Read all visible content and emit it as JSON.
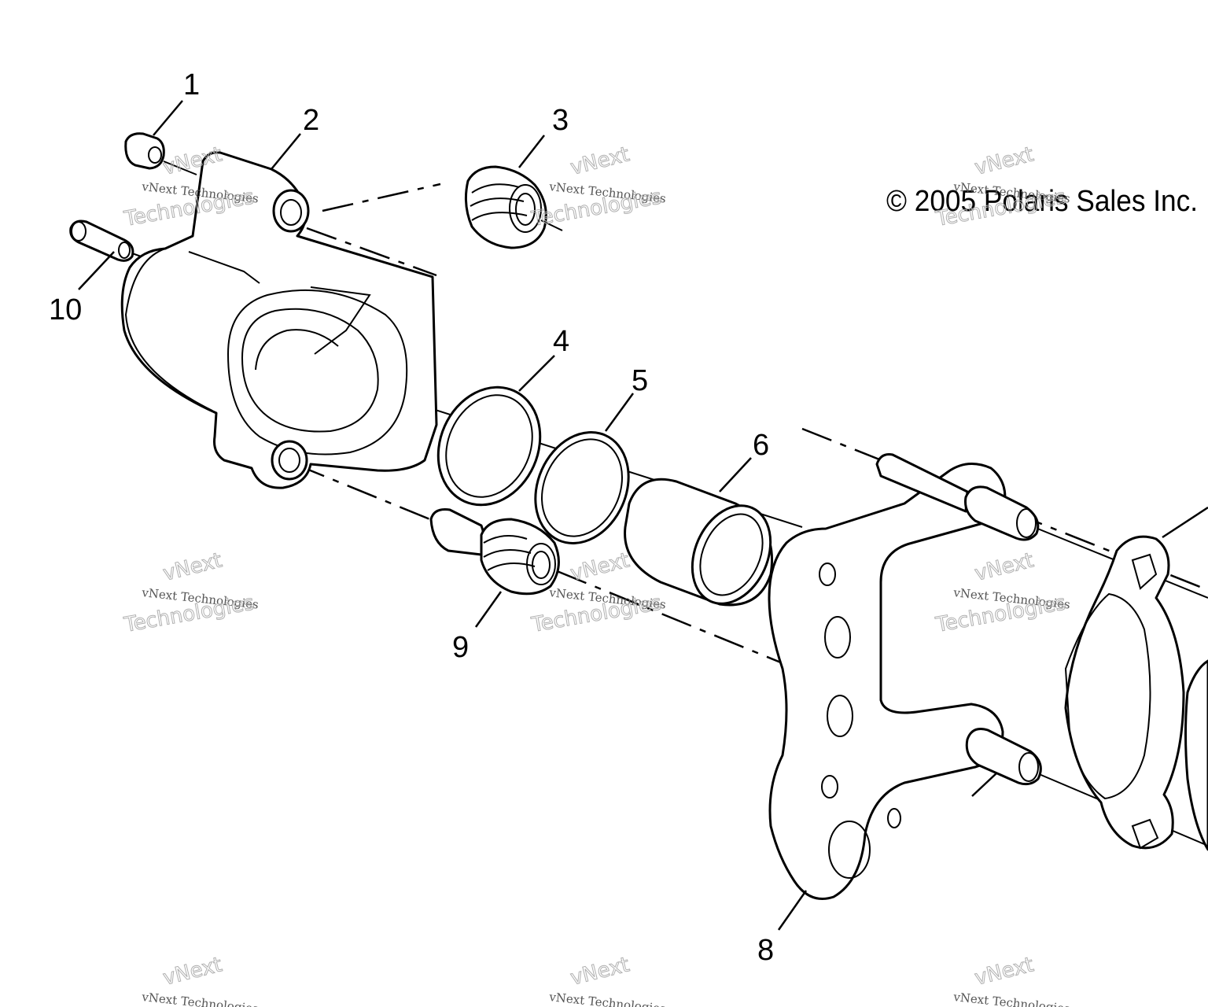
{
  "diagram": {
    "copyright": "© 2005 Polaris Sales Inc.",
    "watermark": [
      "vNext Technologies",
      "vNext",
      "Technologies"
    ],
    "callouts": [
      "1",
      "2",
      "3",
      "4",
      "5",
      "6",
      "8",
      "9",
      "10"
    ],
    "parts": [
      {
        "name": "cap",
        "callout": "1"
      },
      {
        "name": "caliper-housing",
        "callout": "2"
      },
      {
        "name": "boot-upper",
        "callout": "3"
      },
      {
        "name": "piston-seal",
        "callout": "4"
      },
      {
        "name": "dust-seal",
        "callout": "5"
      },
      {
        "name": "piston",
        "callout": "6"
      },
      {
        "name": "bracket",
        "callout": "8"
      },
      {
        "name": "boot-lower",
        "callout": "9"
      },
      {
        "name": "bleeder-valve",
        "callout": "10"
      }
    ]
  }
}
